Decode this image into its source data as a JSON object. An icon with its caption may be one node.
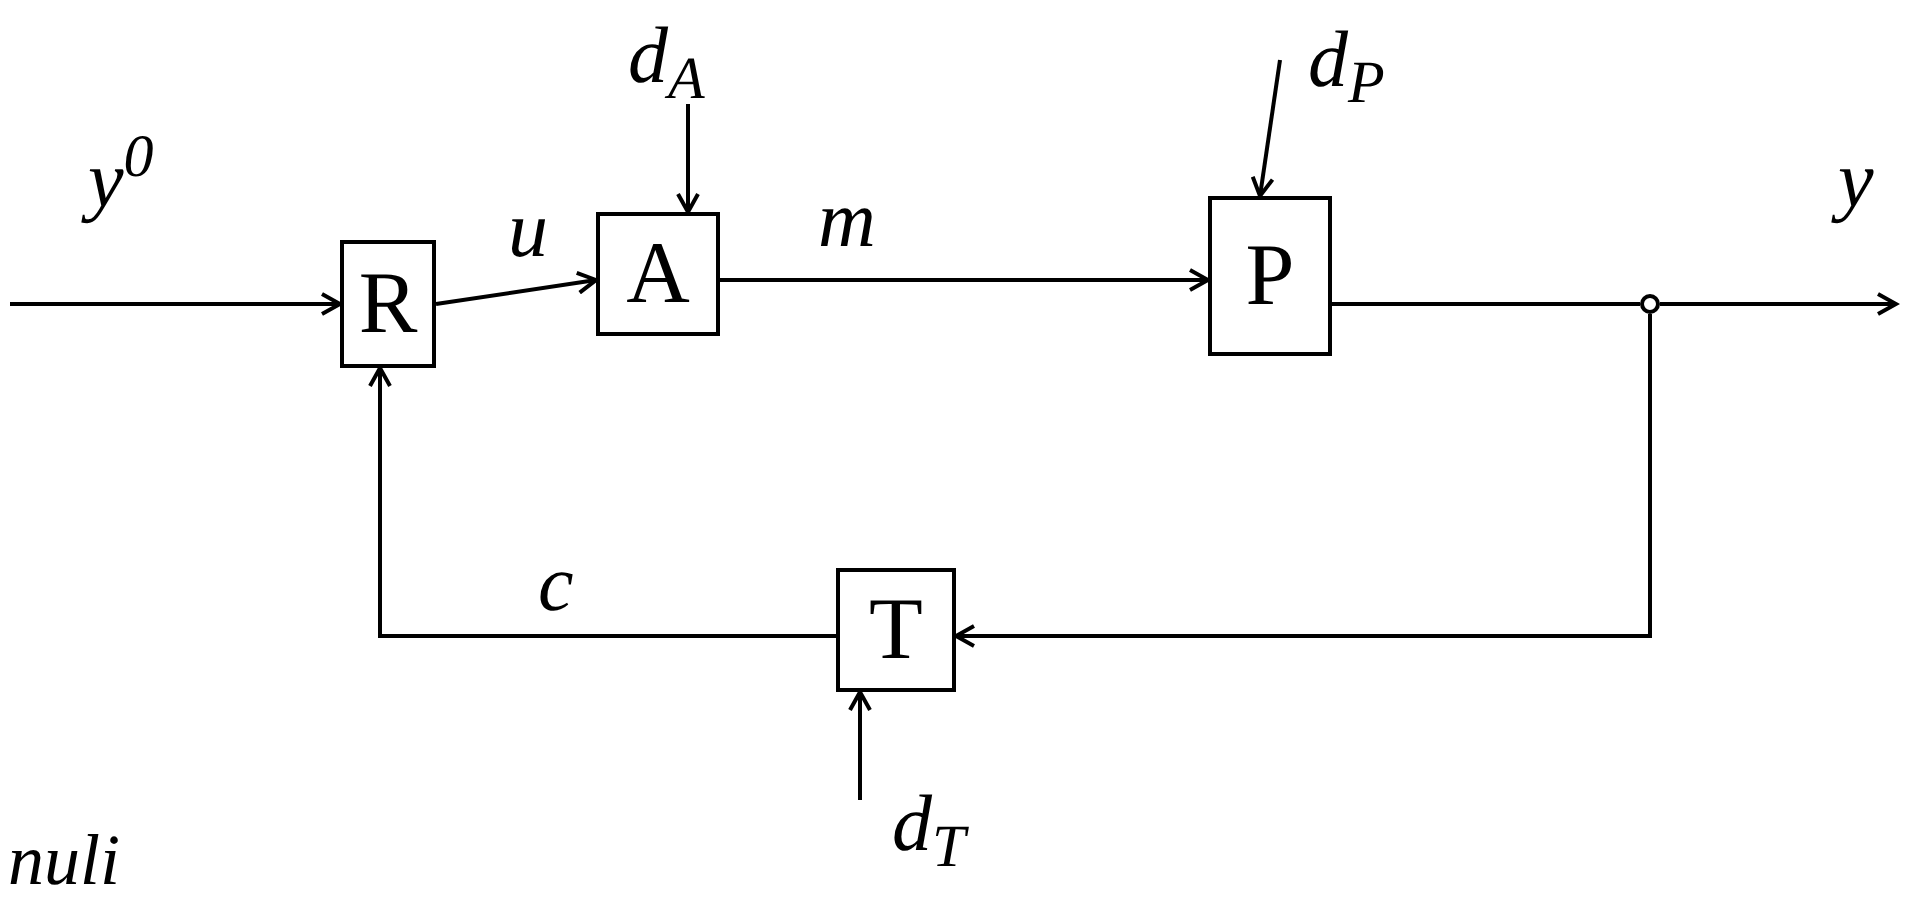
{
  "diagram": {
    "nodes": [
      {
        "text": [
          "R"
        ]
      },
      {
        "text": [
          "A"
        ]
      },
      {
        "text": [
          "P"
        ]
      },
      {
        "text": [
          "T"
        ]
      },
      {
        "text": [],
        "shape": "circle"
      }
    ],
    "edges": [
      {
        "from": null,
        "to": 0,
        "arrow": "to",
        "label": "y$^{0}$"
      },
      {
        "from": 0,
        "to": 1,
        "arrow": "to",
        "label": "u"
      },
      {
        "from": 1,
        "to": 2,
        "arrow": "to",
        "label": "m"
      },
      {
        "from": 2,
        "to": 4,
        "arrow": "none"
      },
      {
        "from": 4,
        "to": null,
        "arrow": "to",
        "label": "y"
      },
      {
        "from": 4,
        "to": 3,
        "arrow": "to"
      },
      {
        "from": 3,
        "to": 0,
        "arrow": "to",
        "label": "c"
      },
      {
        "from": null,
        "to": 1,
        "arrow": "to",
        "label": "d$_{A}$"
      },
      {
        "from": null,
        "to": 2,
        "arrow": "to",
        "label": "d$_{P}$"
      },
      {
        "from": null,
        "to": 3,
        "arrow": "to",
        "label": "d$_{T}$"
      }
    ],
    "labels": [
      "nuli"
    ]
  }
}
